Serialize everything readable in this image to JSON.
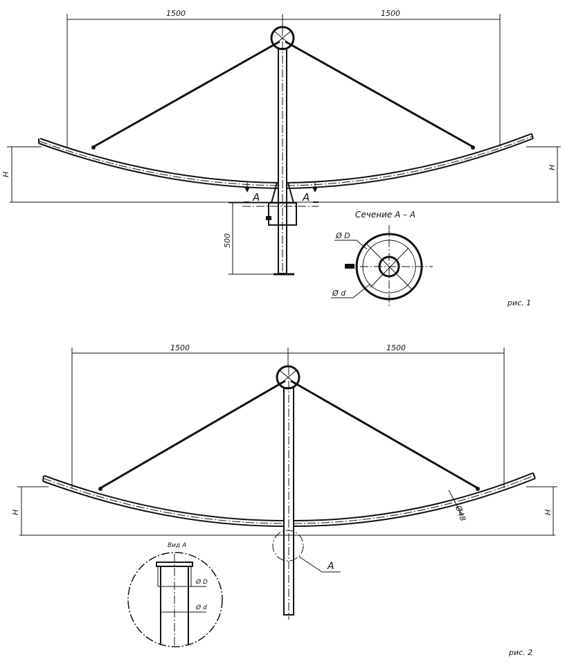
{
  "fig1": {
    "dim_left": "1500",
    "dim_right": "1500",
    "h_left": "H",
    "h_right": "H",
    "dim_500": "500",
    "section_mark_left": "A",
    "section_mark_right": "A",
    "section_title": "Сечение  А – А",
    "dia_D": "Ø D",
    "dia_d": "Ø d",
    "caption": "рис. 1"
  },
  "fig2": {
    "dim_left": "1500",
    "dim_right": "1500",
    "h_left": "H",
    "h_right": "H",
    "dia_48": "Ø48",
    "view_mark": "A",
    "view_title": "Вид А",
    "dia_D": "Ø D",
    "dia_d": "Ø d",
    "caption": "рис. 2"
  }
}
